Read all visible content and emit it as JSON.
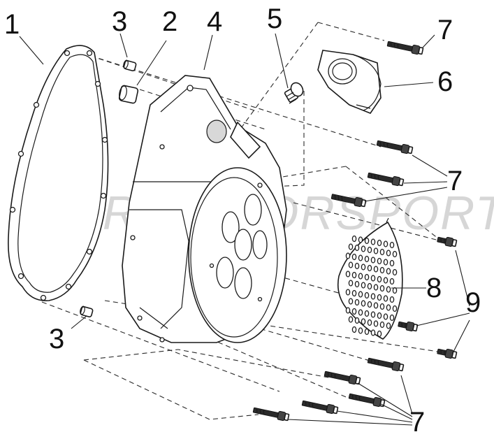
{
  "watermark": "SSR MOTORSPORTS",
  "callouts": {
    "gasket": "1",
    "bushing": "2",
    "dowel_pin_top": "3",
    "dowel_pin_bottom": "3",
    "cover": "4",
    "plug": "5",
    "intake_duct": "6",
    "bolts_top": "7",
    "bolts_middle": "7",
    "bolts_bottom": "7",
    "screen": "8",
    "screws": "9"
  },
  "colors": {
    "line": "#1a1a1a",
    "watermark": "#c9c9c9",
    "background": "#ffffff"
  }
}
